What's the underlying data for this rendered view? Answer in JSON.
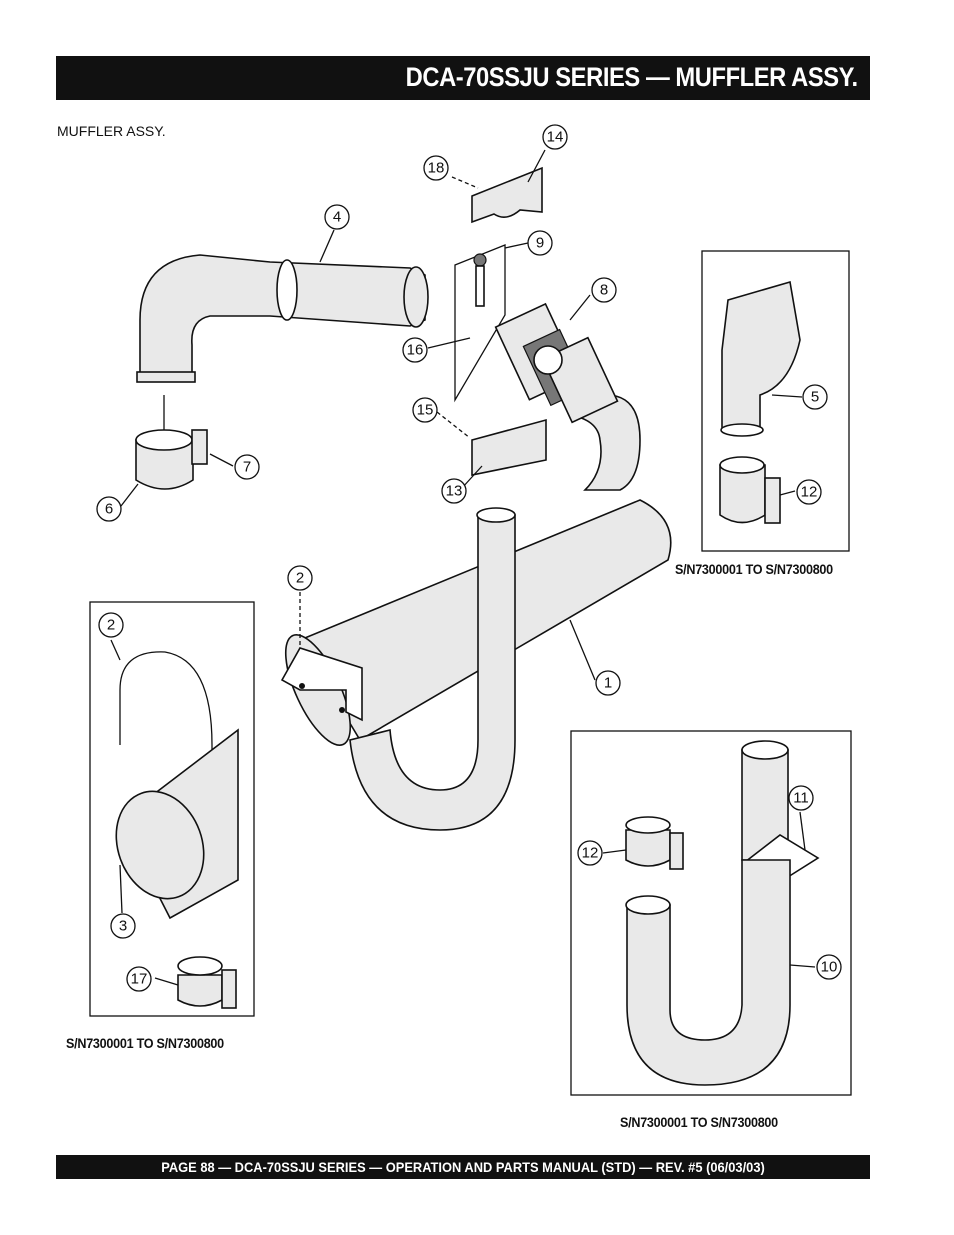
{
  "header": {
    "title": "DCA-70SSJU SERIES — MUFFLER ASSY."
  },
  "section_label": "MUFFLER  ASSY.",
  "callouts": [
    "14",
    "18",
    "4",
    "9",
    "8",
    "16",
    "15",
    "13",
    "7",
    "6",
    "5",
    "12",
    "2",
    "1",
    "2",
    "3",
    "17",
    "11",
    "12",
    "10"
  ],
  "serial_notes": {
    "right_top": "S/N7300001 TO S/N7300800",
    "left_bottom": "S/N7300001 TO S/N7300800",
    "right_bottom": "S/N7300001 TO S/N7300800"
  },
  "footer": {
    "text": "PAGE 88 — DCA-70SSJU SERIES —  OPERATION AND PARTS  MANUAL  (STD) — REV. #5  (06/03/03)"
  }
}
